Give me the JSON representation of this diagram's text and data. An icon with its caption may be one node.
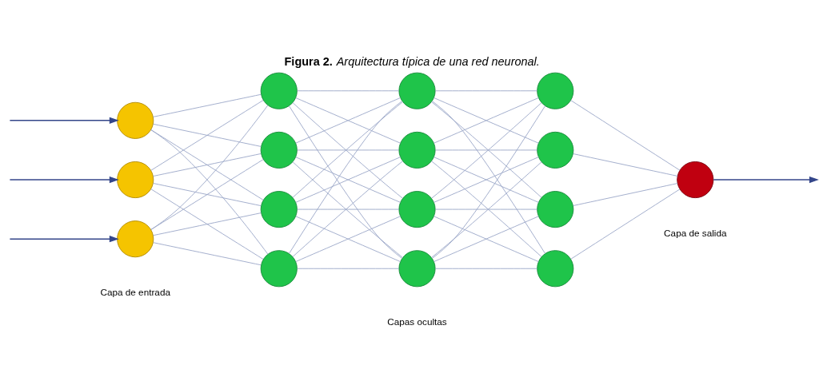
{
  "diagram": {
    "title": "**Figura 2.** *Arquitectura típica de una red neuronal.*",
    "nodes": [
      {
        "text": [],
        "shape": "circle"
      },
      {
        "text": [],
        "shape": "circle"
      },
      {
        "text": [],
        "shape": "circle"
      },
      {
        "text": [],
        "shape": "circle"
      },
      {
        "text": [],
        "shape": "circle"
      },
      {
        "text": [],
        "shape": "circle"
      },
      {
        "text": [],
        "shape": "circle"
      },
      {
        "text": [],
        "shape": "circle"
      },
      {
        "text": [],
        "shape": "circle"
      },
      {
        "text": [],
        "shape": "circle"
      },
      {
        "text": [],
        "shape": "circle"
      },
      {
        "text": [],
        "shape": "circle"
      },
      {
        "text": [],
        "shape": "circle"
      },
      {
        "text": [],
        "shape": "circle"
      },
      {
        "text": [],
        "shape": "circle"
      },
      {
        "text": [],
        "shape": "circle"
      }
    ],
    "edges": [
      {
        "from": null,
        "to": 0,
        "arrow": "to",
        "color": "#34468a"
      },
      {
        "from": null,
        "to": 1,
        "arrow": "to",
        "color": "#34468a"
      },
      {
        "from": null,
        "to": 2,
        "arrow": "to",
        "color": "#34468a"
      },
      {
        "from": 0,
        "to": 3,
        "arrow": "none"
      },
      {
        "from": 0,
        "to": 4,
        "arrow": "none"
      },
      {
        "from": 0,
        "to": 5,
        "arrow": "none"
      },
      {
        "from": 0,
        "to": 6,
        "arrow": "none"
      },
      {
        "from": 1,
        "to": 3,
        "arrow": "none"
      },
      {
        "from": 1,
        "to": 4,
        "arrow": "none"
      },
      {
        "from": 1,
        "to": 5,
        "arrow": "none"
      },
      {
        "from": 1,
        "to": 6,
        "arrow": "none"
      },
      {
        "from": 2,
        "to": 3,
        "arrow": "none"
      },
      {
        "from": 2,
        "to": 4,
        "arrow": "none"
      },
      {
        "from": 2,
        "to": 5,
        "arrow": "none"
      },
      {
        "from": 2,
        "to": 6,
        "arrow": "none"
      },
      {
        "from": 3,
        "to": 7,
        "arrow": "none"
      },
      {
        "from": 3,
        "to": 8,
        "arrow": "none"
      },
      {
        "from": 3,
        "to": 9,
        "arrow": "none"
      },
      {
        "from": 3,
        "to": 10,
        "arrow": "none"
      },
      {
        "from": 4,
        "to": 7,
        "arrow": "none"
      },
      {
        "from": 4,
        "to": 8,
        "arrow": "none"
      },
      {
        "from": 4,
        "to": 9,
        "arrow": "none"
      },
      {
        "from": 4,
        "to": 10,
        "arrow": "none"
      },
      {
        "from": 5,
        "to": 7,
        "arrow": "none"
      },
      {
        "from": 5,
        "to": 8,
        "arrow": "none"
      },
      {
        "from": 5,
        "to": 9,
        "arrow": "none"
      },
      {
        "from": 5,
        "to": 10,
        "arrow": "none"
      },
      {
        "from": 6,
        "to": 7,
        "arrow": "none"
      },
      {
        "from": 6,
        "to": 8,
        "arrow": "none"
      },
      {
        "from": 6,
        "to": 9,
        "arrow": "none"
      },
      {
        "from": 6,
        "to": 10,
        "arrow": "none"
      },
      {
        "from": 7,
        "to": 11,
        "arrow": "none"
      },
      {
        "from": 7,
        "to": 12,
        "arrow": "none"
      },
      {
        "from": 7,
        "to": 13,
        "arrow": "none"
      },
      {
        "from": 7,
        "to": 14,
        "arrow": "none"
      },
      {
        "from": 8,
        "to": 11,
        "arrow": "none"
      },
      {
        "from": 8,
        "to": 12,
        "arrow": "none"
      },
      {
        "from": 8,
        "to": 13,
        "arrow": "none"
      },
      {
        "from": 8,
        "to": 14,
        "arrow": "none"
      },
      {
        "from": 9,
        "to": 11,
        "arrow": "none"
      },
      {
        "from": 9,
        "to": 12,
        "arrow": "none"
      },
      {
        "from": 9,
        "to": 13,
        "arrow": "none"
      },
      {
        "from": 9,
        "to": 14,
        "arrow": "none"
      },
      {
        "from": 10,
        "to": 11,
        "arrow": "none"
      },
      {
        "from": 10,
        "to": 12,
        "arrow": "none"
      },
      {
        "from": 10,
        "to": 13,
        "arrow": "none"
      },
      {
        "from": 10,
        "to": 14,
        "arrow": "none"
      },
      {
        "from": 11,
        "to": 15,
        "arrow": "none"
      },
      {
        "from": 12,
        "to": 15,
        "arrow": "none"
      },
      {
        "from": 13,
        "to": 15,
        "arrow": "none"
      },
      {
        "from": 14,
        "to": 15,
        "arrow": "none"
      },
      {
        "from": 15,
        "to": null,
        "arrow": "to",
        "color": "#34468a"
      }
    ],
    "labels": [
      "Capa de entrada",
      "Capas ocultas",
      "Capa de salida"
    ]
  }
}
